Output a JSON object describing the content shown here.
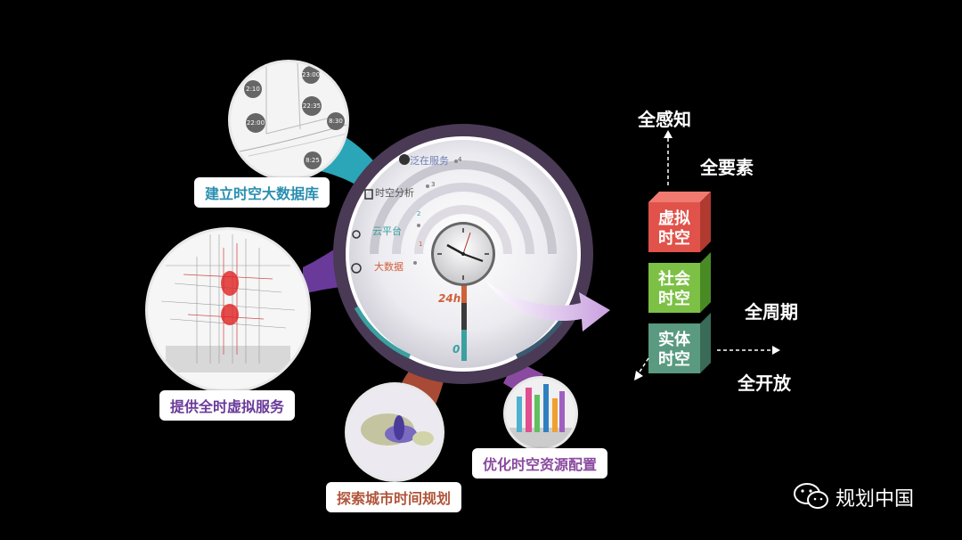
{
  "hub": {
    "ring_labels": [
      {
        "text": "泛在服务",
        "num": "4",
        "color": "#6b7fb0"
      },
      {
        "text": "时空分析",
        "num": "3",
        "color": "#555555"
      },
      {
        "text": "云平台",
        "num": "2",
        "color": "#3aa0a0"
      },
      {
        "text": "大数据",
        "num": "1",
        "color": "#d0603a"
      }
    ],
    "axis_top": "24h",
    "axis_bottom": "0"
  },
  "modules": {
    "database": "建立时空大数据库",
    "virtual_service": "提供全时虚拟服务",
    "city_time_plan": "探索城市时间规划",
    "resource_config": "优化时空资源配置"
  },
  "map_times": [
    "2:10",
    "23:00",
    "22:00",
    "22:35",
    "8:30",
    "8:25"
  ],
  "cube": {
    "top": "虚拟\n时空",
    "middle": "社会\n时空",
    "bottom": "实体\n时空"
  },
  "dimensions": {
    "perception": "全感知",
    "elements": "全要素",
    "cycle": "全周期",
    "openness": "全开放"
  },
  "watermark": "规划中国",
  "colors": {
    "teal": "#2aa6b8",
    "purple": "#7a3fa0",
    "brick": "#b0553a",
    "violet": "#8a4aa0",
    "red_cube": "#e0524a",
    "green_cube": "#7cc045",
    "gray_cube": "#5a9a80"
  }
}
